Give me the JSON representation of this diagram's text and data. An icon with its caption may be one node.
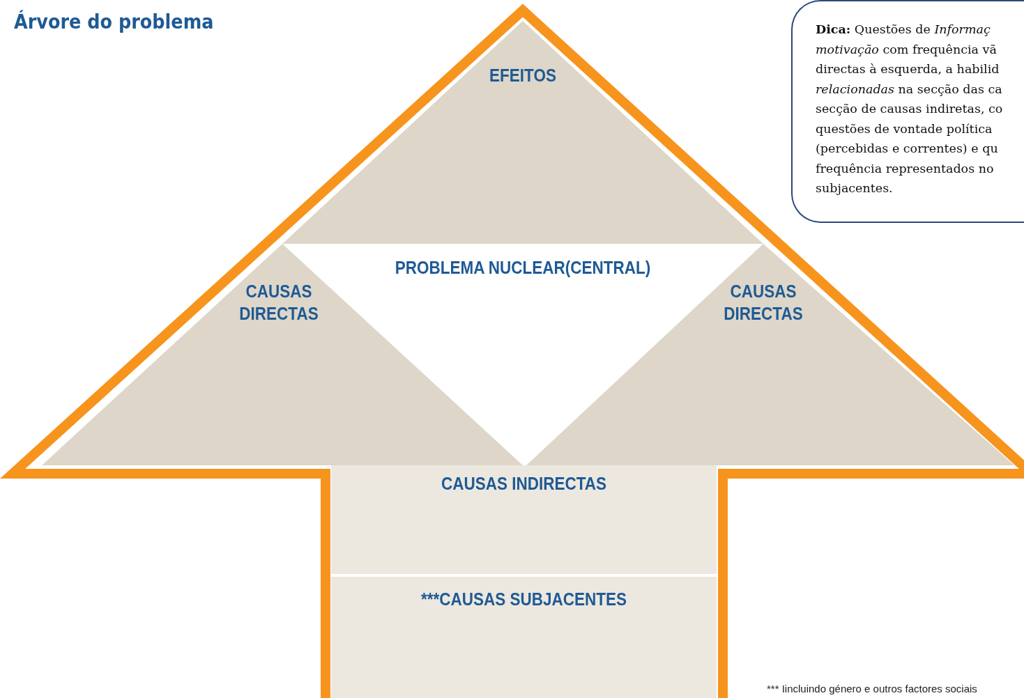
{
  "diagram": {
    "title": "Árvore do problema",
    "nodes": [
      {
        "text": [],
        "shape": "arrow"
      },
      {
        "text": [
          "EFEITOS"
        ],
        "in": 0
      },
      {
        "text": [
          "PROBLEMA NUCLEAR(CENTRAL)"
        ],
        "in": 0
      },
      {
        "text": [
          "CAUSAS DIRECTAS"
        ],
        "in": 0
      },
      {
        "text": [
          "CAUSAS DIRECTAS"
        ],
        "in": 0
      },
      {
        "text": [
          "CAUSAS INDIRECTAS"
        ],
        "in": 0
      },
      {
        "text": [
          "***CAUSAS SUBJACENTES"
        ],
        "in": 0
      },
      {
        "text": [
          "**Dica:** Questões de *Informaç* *motivação* com frequência vã directas à esquerda, a habilid *relacionadas* na secção das ca secção de causas indiretas, co questões de vontade política (percebidas e correntes) e qu frequência representados no subjacentes."
        ]
      }
    ],
    "labels": [
      "*** Iincluindo género e outros factores sociais"
    ]
  }
}
